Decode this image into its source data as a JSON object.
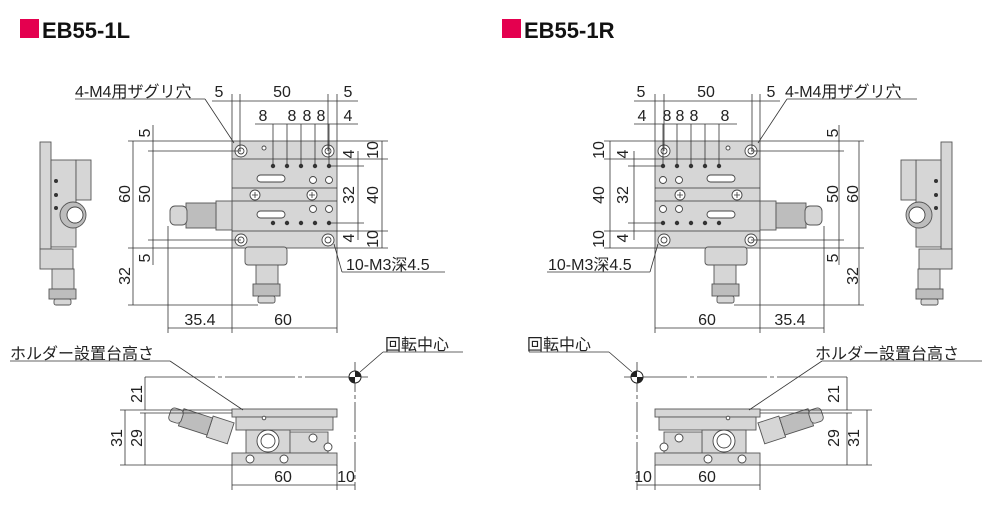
{
  "colors": {
    "title_marker": "#e4004f",
    "part_fill": "#d6d6d6",
    "line": "#333333"
  },
  "left": {
    "title": "EB55-1L",
    "label_counterbore": "4-M4用ザグリ穴",
    "label_tap": "10-M3深4.5",
    "label_holder_height": "ホルダー設置台高さ",
    "label_rotation_center": "回転中心",
    "dims": [
      "5",
      "50",
      "5",
      "8",
      "8",
      "8",
      "8",
      "4",
      "5",
      "60",
      "50",
      "5",
      "32",
      "4",
      "10",
      "32",
      "40",
      "4",
      "10",
      "35.4",
      "60",
      "21",
      "31",
      "29",
      "60",
      "10"
    ]
  },
  "right": {
    "title": "EB55-1R",
    "label_counterbore": "4-M4用ザグリ穴",
    "label_tap": "10-M3深4.5",
    "label_holder_height": "ホルダー設置台高さ",
    "label_rotation_center": "回転中心",
    "dims": [
      "5",
      "50",
      "5",
      "8",
      "8",
      "8",
      "8",
      "4",
      "5",
      "60",
      "50",
      "5",
      "32",
      "4",
      "10",
      "32",
      "40",
      "4",
      "10",
      "35.4",
      "60",
      "21",
      "31",
      "29",
      "60",
      "10"
    ]
  }
}
